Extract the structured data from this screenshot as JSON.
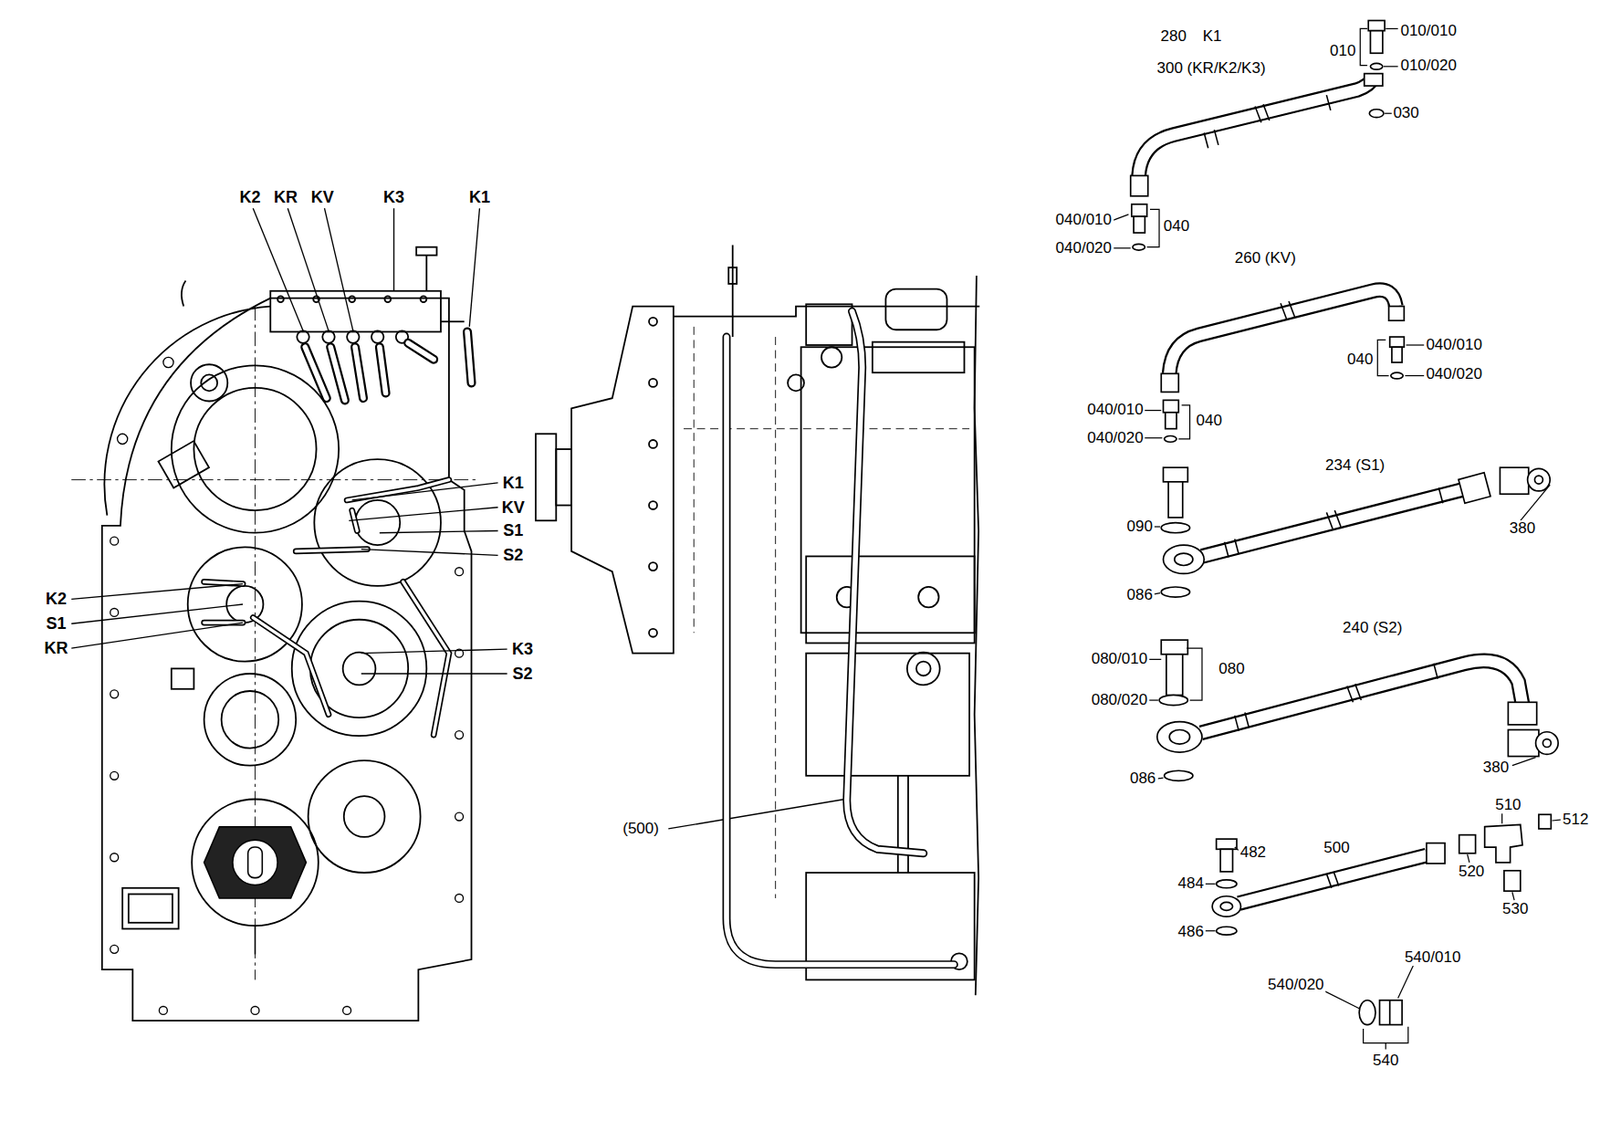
{
  "diagram": {
    "labels": [
      "K2",
      "KR",
      "KV",
      "K3",
      "K1",
      "K1",
      "KV",
      "S1",
      "S2",
      "K2",
      "S1",
      "KR",
      "K3",
      "S2",
      "(500)",
      "280",
      "K1",
      "300 (KR/K2/K3)",
      "010",
      "010/010",
      "010/020",
      "030",
      "040/010",
      "040",
      "040/020",
      "260 (KV)",
      "040/010",
      "040",
      "040/020",
      "040/010",
      "040",
      "040/020",
      "234 (S1)",
      "090",
      "380",
      "086",
      "240 (S2)",
      "080/010",
      "080",
      "080/020",
      "086",
      "380",
      "482",
      "510",
      "512",
      "500",
      "484",
      "520",
      "530",
      "486",
      "540/010",
      "540/020",
      "540"
    ]
  }
}
